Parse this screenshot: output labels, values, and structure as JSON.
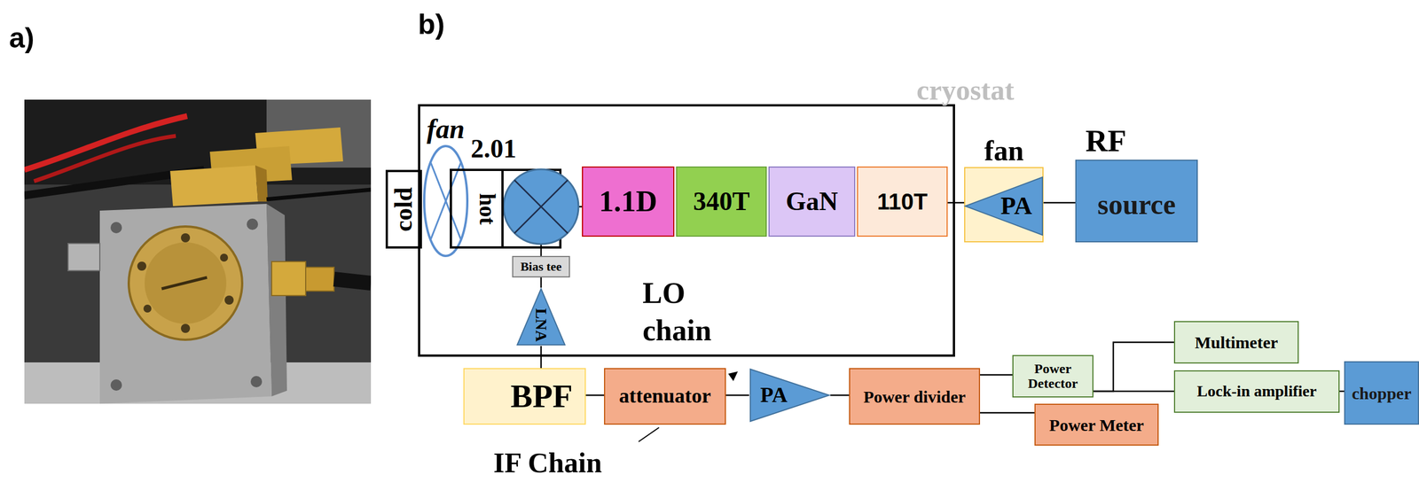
{
  "diagram": {
    "nodes": [
      {
        "text": [
          "cold"
        ]
      },
      {
        "text": [
          "cryostat"
        ]
      },
      {
        "text": [
          "fan"
        ],
        "in": 1
      },
      {
        "text": [
          "hot"
        ],
        "in": 1
      },
      {
        "text": [
          "Bias tee"
        ],
        "in": 1
      },
      {
        "text": [
          "LNA"
        ],
        "in": 1
      },
      {
        "text": [
          "1.1D"
        ],
        "in": 1
      },
      {
        "text": [
          "340T"
        ],
        "in": 1
      },
      {
        "text": [
          "GaN"
        ],
        "in": 1
      },
      {
        "text": [
          "110T"
        ],
        "in": 1
      },
      {
        "text": [
          "fan"
        ]
      },
      {
        "text": [
          "PA"
        ],
        "in": 10
      },
      {
        "text": [
          "RF",
          "source"
        ]
      },
      {
        "text": [
          "BPF"
        ]
      },
      {
        "text": [
          "attenuator"
        ]
      },
      {
        "text": [
          "PA"
        ]
      },
      {
        "text": [
          "Power divider"
        ]
      },
      {
        "text": [
          "Power Detector"
        ]
      },
      {
        "text": [
          "Multimeter"
        ]
      },
      {
        "text": [
          "Lock-in amplifier"
        ]
      },
      {
        "text": [
          "chopper"
        ]
      },
      {
        "text": [
          "Power Meter"
        ]
      }
    ],
    "edges": [
      {
        "from": 4,
        "to": 5,
        "arrow": "none"
      },
      {
        "from": 5,
        "to": 13,
        "arrow": "none"
      },
      {
        "from": 9,
        "to": 11,
        "arrow": "none"
      },
      {
        "from": 11,
        "to": 12,
        "arrow": "none"
      },
      {
        "from": 13,
        "to": 14,
        "arrow": "none"
      },
      {
        "from": 14,
        "to": 15,
        "arrow": "none"
      },
      {
        "from": 15,
        "to": 16,
        "arrow": "none"
      },
      {
        "from": 16,
        "to": 17,
        "arrow": "none"
      },
      {
        "from": 16,
        "to": 21,
        "arrow": "none"
      },
      {
        "from": 17,
        "to": 18,
        "arrow": "none"
      },
      {
        "from": 17,
        "to": 19,
        "arrow": "none"
      },
      {
        "from": 19,
        "to": 20,
        "arrow": "none"
      }
    ],
    "labels": [
      "a)",
      "b)",
      "2.01",
      "LO chain",
      "IF Chain"
    ]
  }
}
